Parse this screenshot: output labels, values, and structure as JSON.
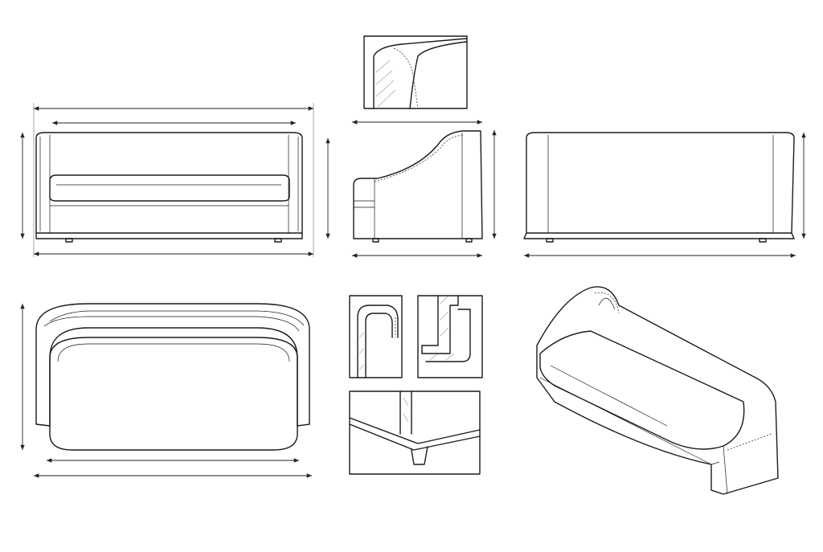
{
  "drawing": {
    "colors": {
      "background": "#ffffff",
      "line": "#1a1a1a"
    },
    "views": [
      "front-elevation",
      "side-elevation",
      "back-elevation",
      "top-plan",
      "isometric",
      "arm-detail",
      "joint-detail",
      "corner-detail",
      "leg-detail"
    ]
  }
}
